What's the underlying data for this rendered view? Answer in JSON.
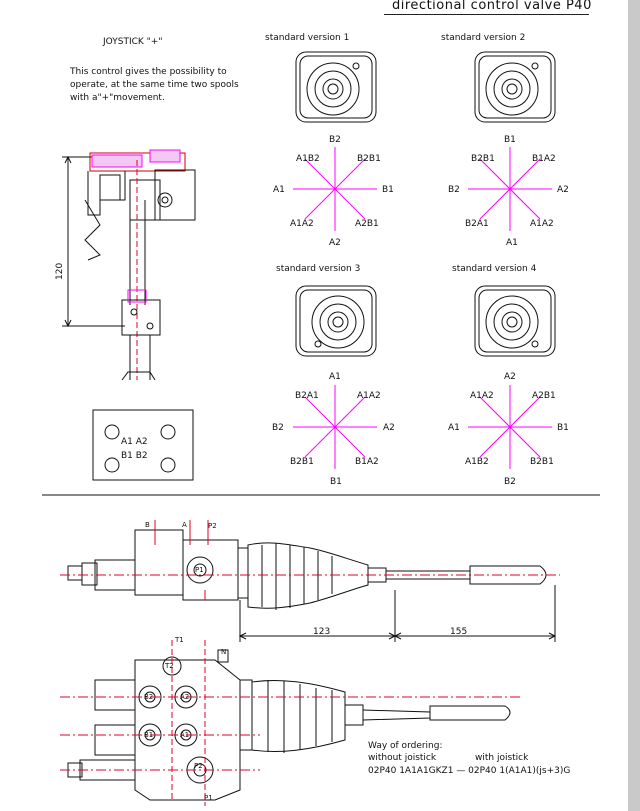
{
  "header": {
    "title": "directional control valve P40"
  },
  "joystick": {
    "title": "JOYSTICK \"+\"",
    "description": "This control gives the possibility to operate, at the same time two spools with a\"+\"movement.",
    "dimension": "120",
    "port_grid": {
      "row1": "A1  A2",
      "row2": "B1  B2"
    }
  },
  "versions": [
    {
      "title": "standard version 1",
      "n": "B2",
      "ne": "B2B1",
      "e": "B1",
      "se": "A2B1",
      "s": "A2",
      "sw": "A1A2",
      "w": "A1",
      "nw": "A1B2"
    },
    {
      "title": "standard version 2",
      "n": "B1",
      "ne": "B1A2",
      "e": "A2",
      "se": "A1A2",
      "s": "A1",
      "sw": "B2A1",
      "w": "B2",
      "nw": "B2B1"
    },
    {
      "title": "standard version 3",
      "n": "A1",
      "ne": "A1A2",
      "e": "A2",
      "se": "B1A2",
      "s": "B1",
      "sw": "B2B1",
      "w": "B2",
      "nw": "B2A1"
    },
    {
      "title": "standard version 4",
      "n": "A2",
      "ne": "A2B1",
      "e": "B1",
      "se": "B2B1",
      "s": "B2",
      "sw": "A1B2",
      "w": "A1",
      "nw": "A1A2"
    }
  ],
  "side_view": {
    "ports": {
      "b": "B",
      "a": "A",
      "p2": "P2",
      "p1": "P1"
    },
    "dim1": "123",
    "dim2": "155"
  },
  "front_view": {
    "ports": {
      "t1": "T1",
      "t2": "T2",
      "n": "N",
      "b2": "B2",
      "a2": "A2",
      "b1": "B1",
      "a1": "A1",
      "p2": "P2",
      "p1": "P1"
    }
  },
  "ordering": {
    "title": "Way of ordering:",
    "without_label": "without joistick",
    "with_label": "with joistick",
    "code": "02P40 1A1A1GKZ1 — 02P40 1(A1A1)(js+3)G"
  },
  "colors": {
    "accent": "#ff00ff",
    "dim_red": "#e0002a",
    "line": "#111111"
  }
}
